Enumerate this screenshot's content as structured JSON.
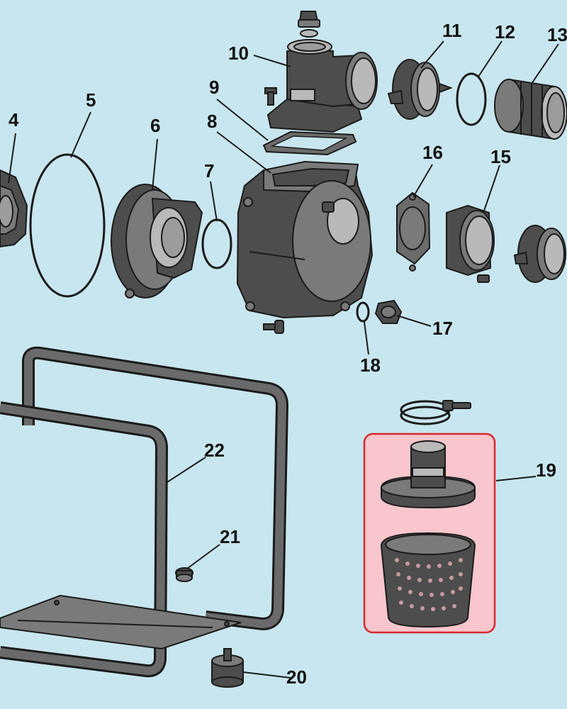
{
  "callouts": [
    {
      "id": "4",
      "text": "4"
    },
    {
      "id": "5",
      "text": "5"
    },
    {
      "id": "6",
      "text": "6"
    },
    {
      "id": "7",
      "text": "7"
    },
    {
      "id": "8",
      "text": "8"
    },
    {
      "id": "9",
      "text": "9"
    },
    {
      "id": "10",
      "text": "10"
    },
    {
      "id": "11",
      "text": "11"
    },
    {
      "id": "12",
      "text": "12"
    },
    {
      "id": "13",
      "text": "13"
    },
    {
      "id": "15",
      "text": "15"
    },
    {
      "id": "16",
      "text": "16"
    },
    {
      "id": "17",
      "text": "17"
    },
    {
      "id": "18",
      "text": "18"
    },
    {
      "id": "19",
      "text": "19"
    },
    {
      "id": "20",
      "text": "20"
    },
    {
      "id": "21",
      "text": "21"
    },
    {
      "id": "22",
      "text": "22"
    }
  ],
  "highlight": {
    "fill": "#f8c6cc",
    "stroke": "#d9262b"
  },
  "colors": {
    "background": "#c8e6ef",
    "part_dark": "#4d4d4d",
    "part_mid": "#7a7a7a",
    "part_light": "#b9b9b9"
  }
}
